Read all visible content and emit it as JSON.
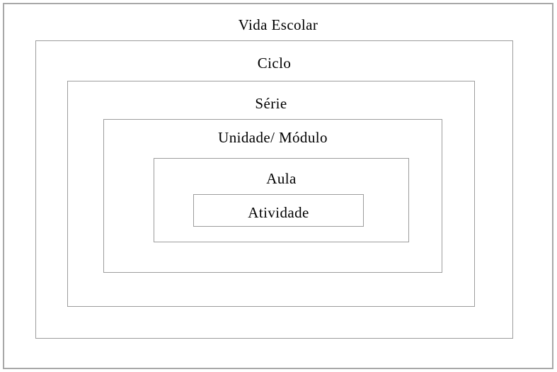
{
  "diagram": {
    "type": "nested-hierarchy",
    "description_language": "pt",
    "border_color": "#a0a0a0",
    "background_color": "#ffffff",
    "text_color": "#000000",
    "levels": [
      {
        "label": "Vida Escolar"
      },
      {
        "label": "Ciclo"
      },
      {
        "label": "Série"
      },
      {
        "label": "Unidade/ Módulo"
      },
      {
        "label": "Aula"
      },
      {
        "label": "Atividade"
      }
    ]
  }
}
